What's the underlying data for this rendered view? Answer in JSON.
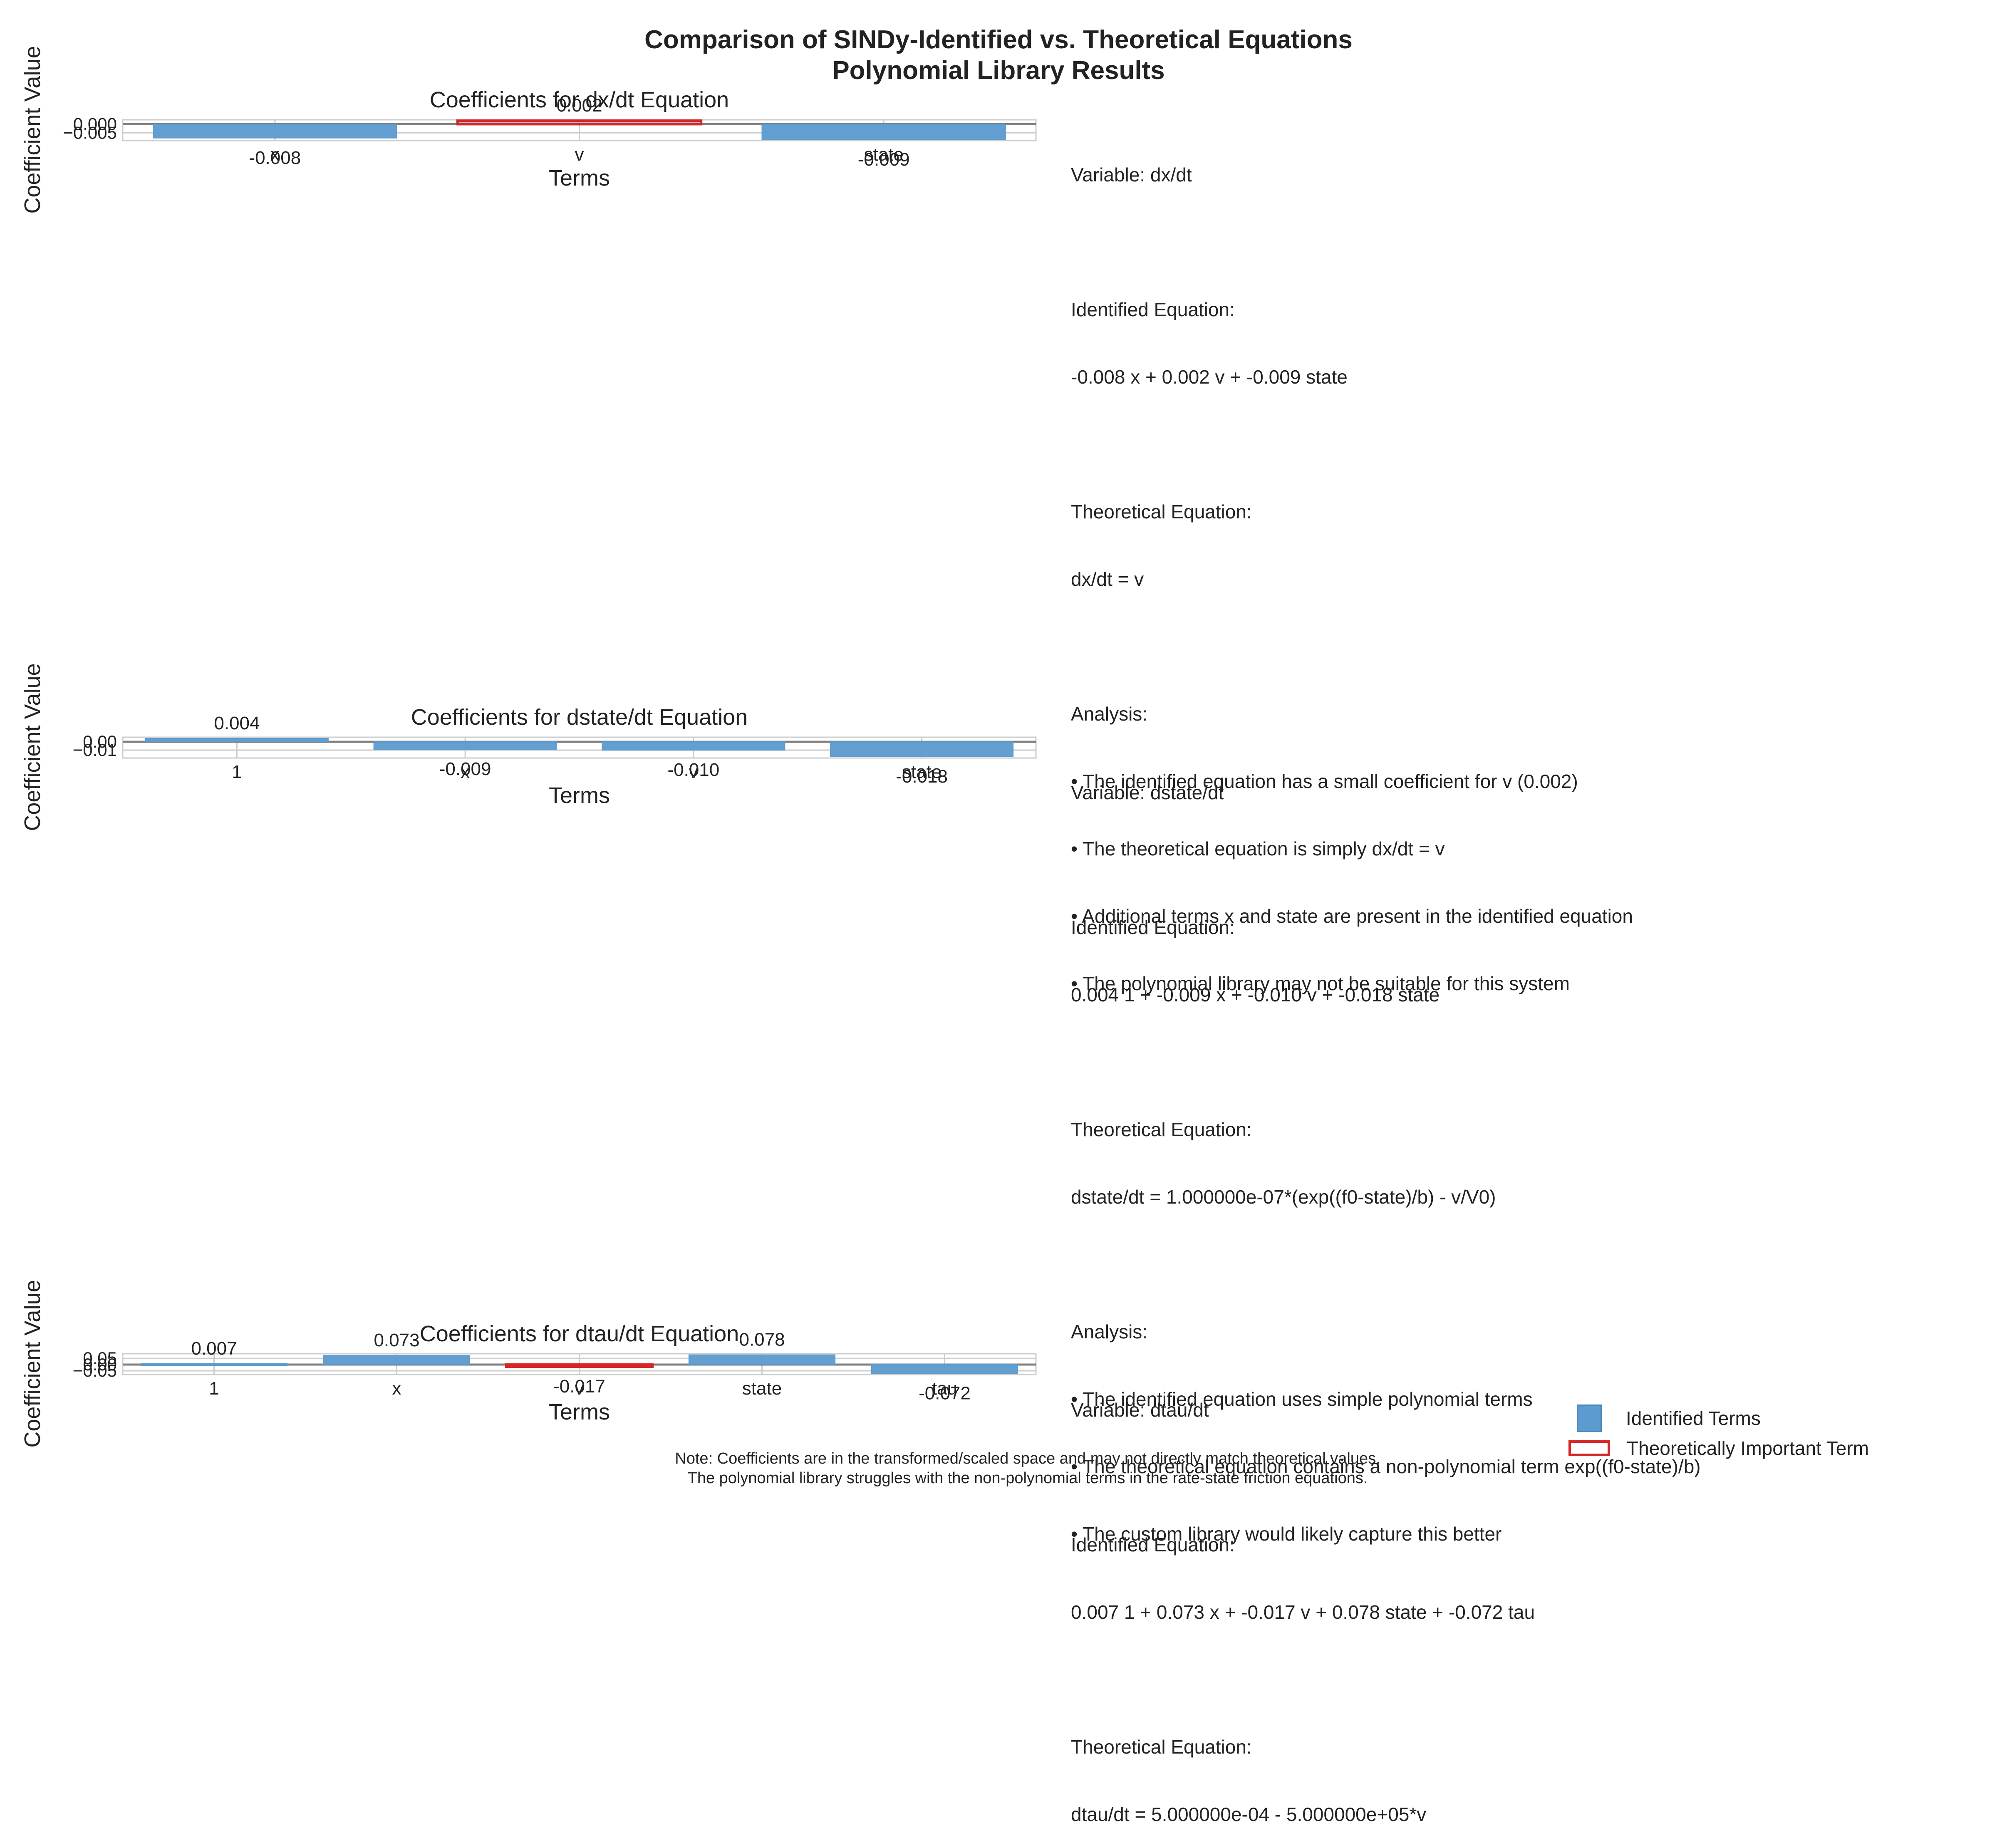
{
  "title_line1": "Comparison of SINDy-Identified vs. Theoretical Equations",
  "title_line2": "Polynomial Library Results",
  "colors": {
    "identified": "#5b9bcf",
    "important_outline": "#d62728",
    "grid": "#cccccc",
    "zero_line": "#808080"
  },
  "legend": {
    "identified": "Identified Terms",
    "important": "Theoretically Important Term"
  },
  "note": {
    "line1": "Note: Coefficients are in the transformed/scaled space and may not directly match theoretical values.",
    "line2": "The polynomial library struggles with the non-polynomial terms in the rate-state friction equations."
  },
  "panels": [
    {
      "variable_line": "Variable: dx/dt",
      "identified_heading": "Identified Equation:",
      "identified_equation": "-0.008 x + 0.002 v + -0.009 state",
      "theoretical_heading": "Theoretical Equation:",
      "theoretical_equation": "dx/dt = v",
      "analysis_heading": "Analysis:",
      "analysis": [
        "• The identified equation has a small coefficient for v (0.002)",
        "• The theoretical equation is simply dx/dt = v",
        "• Additional terms x and state are present in the identified equation",
        "• The polynomial library may not be suitable for this system"
      ]
    },
    {
      "variable_line": "Variable: dstate/dt",
      "identified_heading": "Identified Equation:",
      "identified_equation": "0.004 1 + -0.009 x + -0.010 v + -0.018 state",
      "theoretical_heading": "Theoretical Equation:",
      "theoretical_equation": "dstate/dt = 1.000000e-07*(exp((f0-state)/b) - v/V0)",
      "analysis_heading": "Analysis:",
      "analysis": [
        "• The identified equation uses simple polynomial terms",
        "• The theoretical equation contains a non-polynomial term exp((f0-state)/b)",
        "• The custom library would likely capture this better"
      ]
    },
    {
      "variable_line": "Variable: dtau/dt",
      "identified_heading": "Identified Equation:",
      "identified_equation": "0.007 1 + 0.073 x + -0.017 v + 0.078 state + -0.072 tau",
      "theoretical_heading": "Theoretical Equation:",
      "theoretical_equation": "dtau/dt = 5.000000e-04 - 5.000000e+05*v",
      "analysis_heading": "",
      "analysis": []
    }
  ],
  "chart_data": [
    {
      "type": "bar",
      "title": "Coefficients for dx/dt Equation",
      "xlabel": "Terms",
      "ylabel": "Coefficient Value",
      "categories": [
        "x",
        "v",
        "state"
      ],
      "values": [
        -0.008,
        0.002,
        -0.009
      ],
      "value_labels": [
        "-0.008",
        "0.002",
        "-0.009"
      ],
      "important": [
        false,
        true,
        false
      ],
      "ylim": [
        -0.0095,
        0.0025
      ],
      "yticks": [
        0.0,
        -0.005
      ],
      "ytick_labels": [
        "0.000",
        "−0.005"
      ],
      "grid": true
    },
    {
      "type": "bar",
      "title": "Coefficients for dstate/dt Equation",
      "xlabel": "Terms",
      "ylabel": "Coefficient Value",
      "categories": [
        "1",
        "x",
        "v",
        "state"
      ],
      "values": [
        0.004,
        -0.009,
        -0.01,
        -0.018
      ],
      "value_labels": [
        "0.004",
        "-0.009",
        "-0.010",
        "-0.018"
      ],
      "important": [
        false,
        false,
        false,
        false
      ],
      "ylim": [
        -0.0195,
        0.0055
      ],
      "yticks": [
        0.0,
        -0.01
      ],
      "ytick_labels": [
        "0.00",
        "−0.01"
      ],
      "grid": true
    },
    {
      "type": "bar",
      "title": "Coefficients for dtau/dt Equation",
      "xlabel": "Terms",
      "ylabel": "Coefficient Value",
      "categories": [
        "1",
        "x",
        "v",
        "state",
        "tau"
      ],
      "values": [
        0.007,
        0.073,
        -0.017,
        0.078,
        -0.072
      ],
      "value_labels": [
        "0.007",
        "0.073",
        "-0.017",
        "0.078",
        "-0.072"
      ],
      "important": [
        false,
        false,
        true,
        false,
        false
      ],
      "ylim": [
        -0.08,
        0.087
      ],
      "yticks": [
        0.05,
        0.0,
        -0.05
      ],
      "ytick_labels": [
        "0.05",
        "0.00",
        "−0.05"
      ],
      "grid": true
    }
  ]
}
